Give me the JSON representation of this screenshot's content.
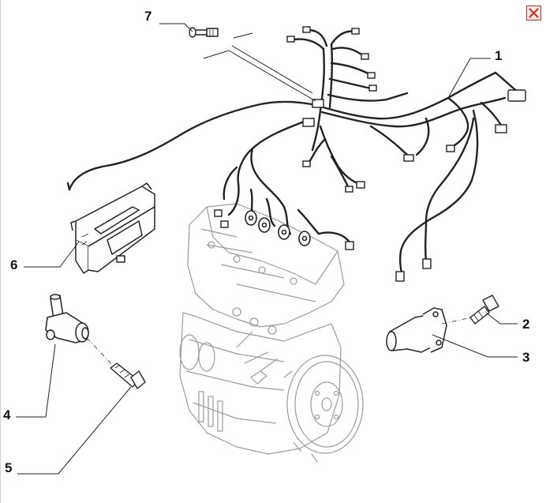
{
  "callouts": {
    "c1": "1",
    "c2": "2",
    "c3": "3",
    "c4": "4",
    "c5": "5",
    "c6": "6",
    "c7": "7"
  },
  "icons": {
    "close": "close-icon"
  },
  "colors": {
    "line": "#222222",
    "engine_line": "#9a9a9a",
    "close_accent": "#c0392b"
  }
}
